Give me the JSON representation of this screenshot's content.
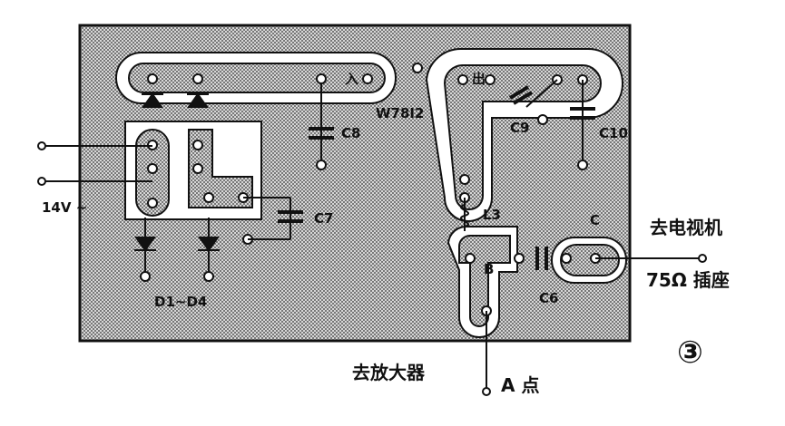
{
  "figure": {
    "number": "③",
    "labels": {
      "input": "入",
      "output": "出",
      "regulator": "W78I2",
      "c8": "C8",
      "c7": "C7",
      "c9": "C9",
      "c10": "C10",
      "c6": "C6",
      "l3": "L3",
      "b": "B",
      "c": "C",
      "diodes": "D1~D4",
      "voltage": "14V\n~",
      "to_tv": "去电视机",
      "socket": "75Ω 插座",
      "to_amp": "去放大器",
      "point_a": "A 点"
    }
  }
}
